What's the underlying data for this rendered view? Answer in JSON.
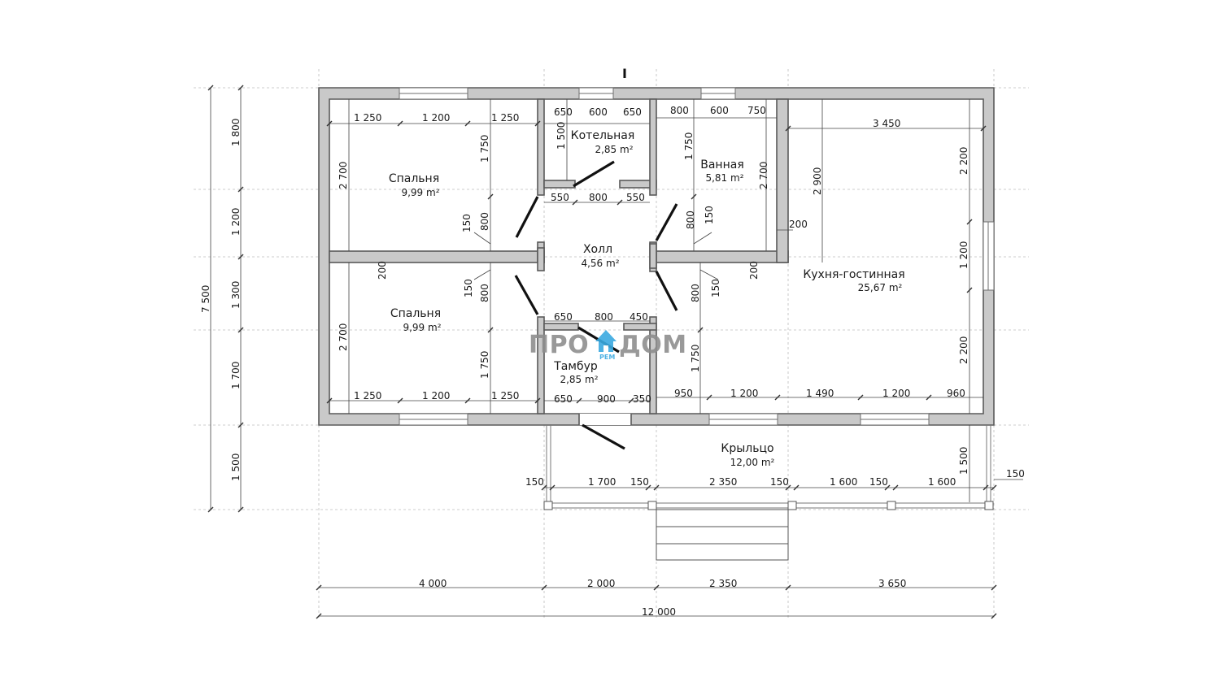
{
  "rooms": [
    {
      "name": "Котельная",
      "area": "2,85 m²"
    },
    {
      "name": "Спальня",
      "area": "9,99 m²"
    },
    {
      "name": "Ванная",
      "area": "5,81 m²"
    },
    {
      "name": "Холл",
      "area": "4,56 m²"
    },
    {
      "name": "Кухня-гостинная",
      "area": "25,67 m²"
    },
    {
      "name": "Спальня",
      "area": "9,99 m²"
    },
    {
      "name": "Тамбур",
      "area": "2,85 m²"
    },
    {
      "name": "Крыльцо",
      "area": "12,00 m²"
    }
  ],
  "logo": {
    "part1": "ПРО",
    "part2": "ДОМ",
    "sub": "РЕМ",
    "color": "#3aa9e0",
    "icon": "house-icon"
  },
  "section_mark": "I",
  "dimensions": {
    "top_left_room": [
      "1 250",
      "1 200",
      "1 250",
      "2 700",
      "1 750",
      "150",
      "800"
    ],
    "boiler": [
      "650",
      "600",
      "650",
      "1 500",
      "550",
      "800",
      "550"
    ],
    "bath": [
      "800",
      "600",
      "750",
      "1 750",
      "2 700",
      "800",
      "150"
    ],
    "kitchen": [
      "3 450",
      "2 900",
      "2 200",
      "1 200",
      "2 200",
      "200",
      "200",
      "200"
    ],
    "bottom_left_room": [
      "1 250",
      "1 200",
      "1 250",
      "2 700",
      "1 750",
      "150",
      "800"
    ],
    "vestibule": [
      "650",
      "800",
      "450",
      "650",
      "900",
      "350"
    ],
    "right_bottom": [
      "1 750",
      "800",
      "150",
      "950",
      "1 200",
      "1 490",
      "1 200",
      "960"
    ],
    "porch": [
      "150",
      "1 700",
      "150",
      "2 350",
      "150",
      "1 600",
      "150",
      "1 600",
      "150",
      "1 500"
    ],
    "left_chain": [
      "1 800",
      "1 200",
      "1 300",
      "1 700",
      "1 500"
    ],
    "left_total": "7 500",
    "bottom_chain": [
      "4 000",
      "2 000",
      "2 350",
      "3 650"
    ],
    "bottom_total": "12 000"
  }
}
